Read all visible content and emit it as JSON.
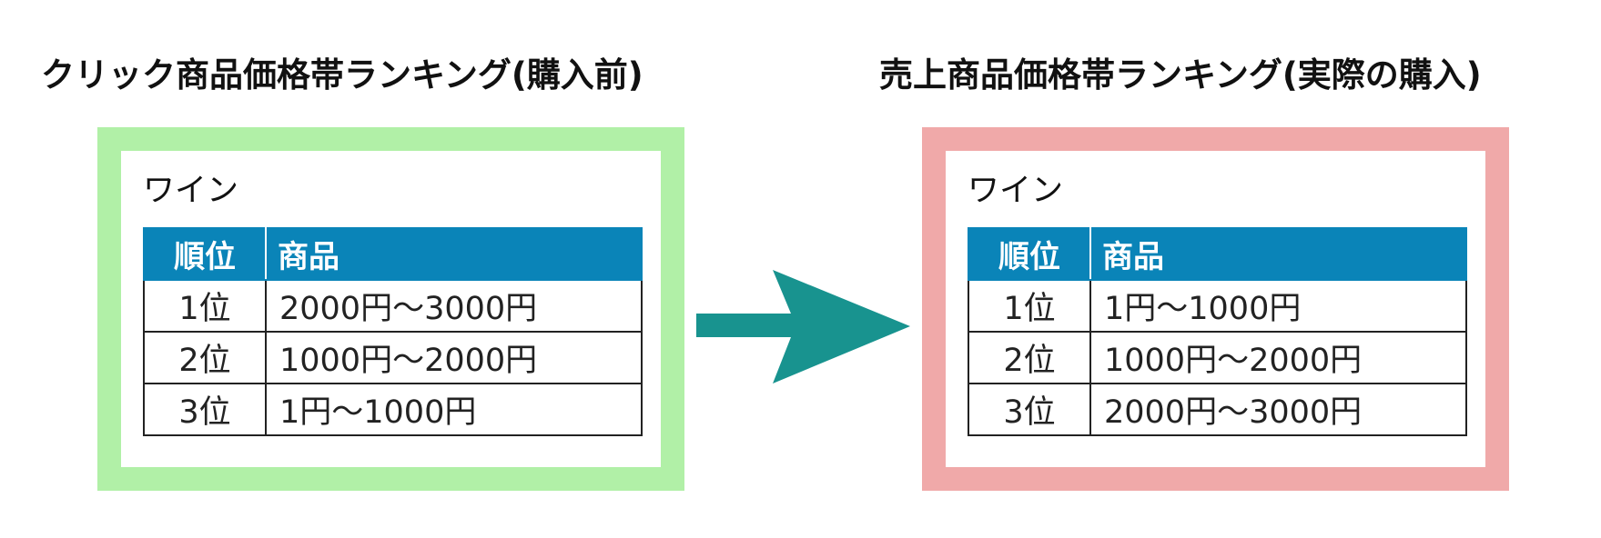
{
  "left": {
    "heading": "クリック商品価格帯ランキング(購入前)",
    "category": "ワイン",
    "columns": [
      "順位",
      "商品"
    ],
    "rows": [
      [
        "1位",
        "2000円〜3000円"
      ],
      [
        "2位",
        "1000円〜2000円"
      ],
      [
        "3位",
        "1円〜1000円"
      ]
    ],
    "border_color": "#b1f0a7"
  },
  "right": {
    "heading": "売上商品価格帯ランキング(実際の購入)",
    "category": "ワイン",
    "columns": [
      "順位",
      "商品"
    ],
    "rows": [
      [
        "1位",
        "1円〜1000円"
      ],
      [
        "2位",
        "1000円〜2000円"
      ],
      [
        "3位",
        "2000円〜3000円"
      ]
    ],
    "border_color": "#f0a9a9"
  },
  "colors": {
    "table_header": "#0a84b8",
    "arrow": "#18938f"
  },
  "icons": {
    "arrow": "arrow-right-icon"
  }
}
